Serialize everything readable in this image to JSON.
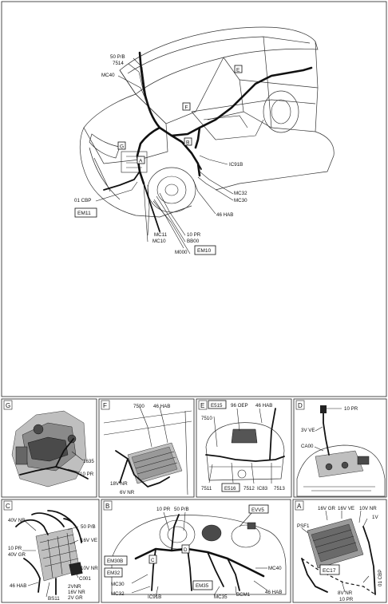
{
  "main": {
    "labels": {
      "l50pb": "50 P/B",
      "l7514": "7514",
      "lmc40": "MC40",
      "le": "E",
      "lf": "F",
      "lg": "G",
      "la": "A",
      "lb": "B",
      "lic91b": "IC91B",
      "lmc32": "MC32",
      "lmc30": "MC30",
      "l46hab": "46 HAB",
      "l01cbp": "01 CBP",
      "lem11": "EM11",
      "lmc11": "MC11",
      "lmc10": "MC10",
      "l10pr": "10 PR",
      "lbb00": "BB00",
      "lm000": "M000",
      "lem10": "EM10"
    }
  },
  "panels": {
    "g": {
      "id": "G",
      "l1635": "1635",
      "l10pr": "10 PR"
    },
    "f": {
      "id": "F",
      "l7500": "7500",
      "l46hab": "46 HAB",
      "l18vnr": "18V NR",
      "l6vnr": "6V NR"
    },
    "e": {
      "id": "E",
      "le515": "E515",
      "l96oep": "96 OEP",
      "l46hab": "46 HAB",
      "l7510": "7510",
      "l7511": "7511",
      "le516": "E516",
      "l7512": "7512",
      "lic83": "IC83",
      "l7513": "7513"
    },
    "d": {
      "id": "D",
      "l10pr": "10 PR",
      "l3vve": "3V VE",
      "lca00": "CA00"
    },
    "c": {
      "id": "C",
      "l40vnr": "40V NR",
      "l50pb": "50 P/B",
      "l16vve": "16V VE",
      "l10pr": "10 PR",
      "l40vgr": "40V GR",
      "l10vnr": "10V NR",
      "lc001": "C001",
      "l2vnr": "2VNR",
      "l16vnr": "16V NR",
      "l2vgr": "2V GR",
      "l46hab": "46 HAB",
      "lbs11": "BS11"
    },
    "b": {
      "id": "B",
      "l10pr": "10 PR",
      "l50pb": "50 P/B",
      "levv5": "EVV5",
      "lem30b": "EM30B",
      "lem32": "EM32",
      "lc": "C",
      "ld": "D",
      "lmc40": "MC40",
      "lmc30": "MC30",
      "lmc32": "MC32",
      "lic91b": "IC91B",
      "lem35": "EM35",
      "lmc35": "MC35",
      "lbcm1": "BCM1",
      "l46hab": "46 HAB"
    },
    "a": {
      "id": "A",
      "l16vgr": "16V GR",
      "l16vve": "16V VE",
      "l10vnr": "10V NR",
      "lpsf1": "PSF1",
      "l1v": "1V",
      "lec17": "EC17",
      "l01cbp": "01 CBP",
      "l8vnr": "8V NR",
      "l10pr": "10 PR"
    }
  }
}
